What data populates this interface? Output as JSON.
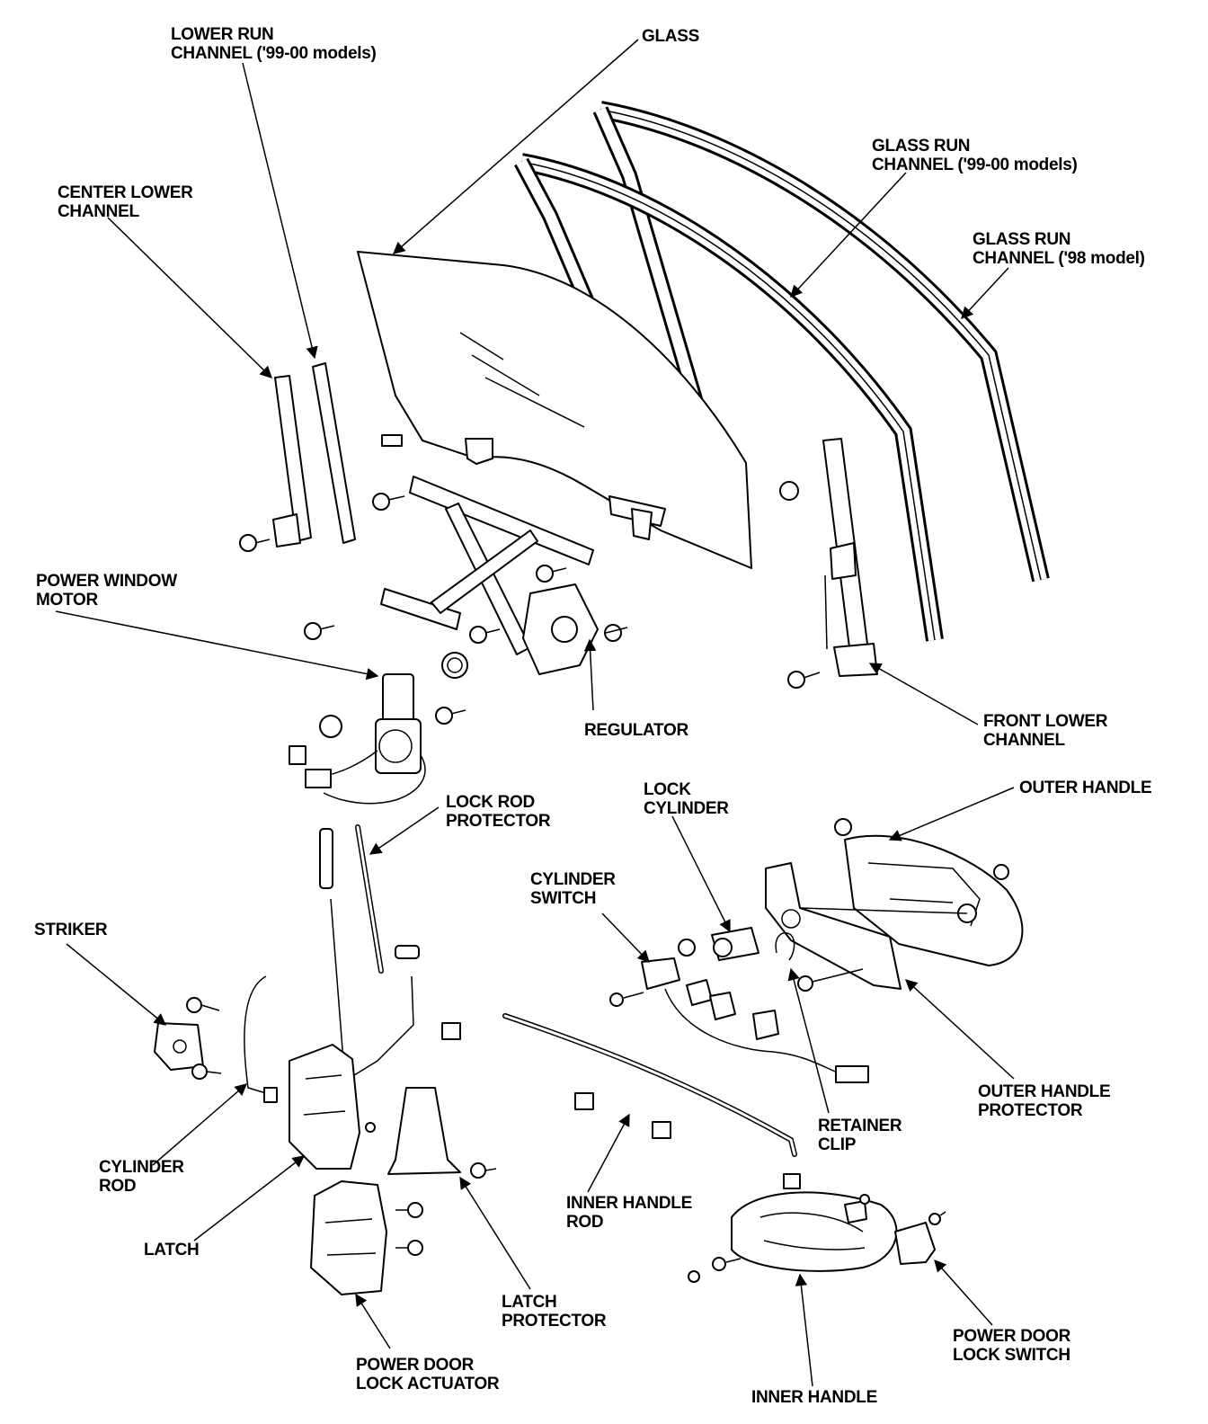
{
  "labels": {
    "lower_run_channel": [
      "LOWER RUN",
      "CHANNEL ('99-00 models)"
    ],
    "glass": [
      "GLASS"
    ],
    "center_lower_channel": [
      "CENTER LOWER",
      "CHANNEL"
    ],
    "glass_run_channel_99": [
      "GLASS RUN",
      "CHANNEL ('99-00 models)"
    ],
    "glass_run_channel_98": [
      "GLASS RUN",
      "CHANNEL ('98 model)"
    ],
    "power_window_motor": [
      "POWER WINDOW",
      "MOTOR"
    ],
    "regulator": [
      "REGULATOR"
    ],
    "front_lower_channel": [
      "FRONT LOWER",
      "CHANNEL"
    ],
    "lock_rod_protector": [
      "LOCK ROD",
      "PROTECTOR"
    ],
    "lock_cylinder": [
      "LOCK",
      "CYLINDER"
    ],
    "outer_handle": [
      "OUTER HANDLE"
    ],
    "cylinder_switch": [
      "CYLINDER",
      "SWITCH"
    ],
    "striker": [
      "STRIKER"
    ],
    "outer_handle_protector": [
      "OUTER HANDLE",
      "PROTECTOR"
    ],
    "retainer_clip": [
      "RETAINER",
      "CLIP"
    ],
    "cylinder_rod": [
      "CYLINDER",
      "ROD"
    ],
    "inner_handle_rod": [
      "INNER HANDLE",
      "ROD"
    ],
    "latch": [
      "LATCH"
    ],
    "latch_protector": [
      "LATCH",
      "PROTECTOR"
    ],
    "power_door_lock_actuator": [
      "POWER DOOR",
      "LOCK ACTUATOR"
    ],
    "inner_handle": [
      "INNER HANDLE"
    ],
    "power_door_lock_switch": [
      "POWER DOOR",
      "LOCK SWITCH"
    ]
  }
}
